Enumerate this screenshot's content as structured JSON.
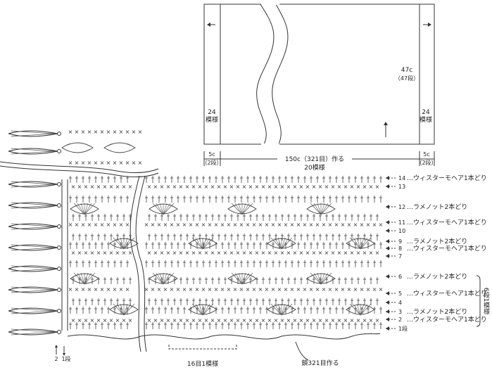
{
  "schematic": {
    "left_width": "5c",
    "left_rows": "（2段）",
    "right_width": "5c",
    "right_rows": "（2段）",
    "center_width": "150c（321目）作る",
    "center_pattern": "20模様",
    "height": "47c",
    "height_rows": "（47段）",
    "left_pattern": "24",
    "left_pattern_unit": "模様",
    "right_pattern": "24",
    "right_pattern_unit": "模様"
  },
  "chart": {
    "rows": [
      {
        "num": "14",
        "label": "ウィスターモヘア1本どり"
      },
      {
        "num": "13",
        "label": ""
      },
      {
        "num": "12",
        "label": "ラメノット2本どり"
      },
      {
        "num": "11",
        "label": "ウィスターモヘア1本どり"
      },
      {
        "num": "10",
        "label": ""
      },
      {
        "num": "9",
        "label": "ラメノット2本どり"
      },
      {
        "num": "8",
        "label": "ウィスターモヘア1本どり"
      },
      {
        "num": "7",
        "label": ""
      },
      {
        "num": "6",
        "label": "ラメノット2本どり"
      },
      {
        "num": "5",
        "label": "ウィスターモヘア1本どり"
      },
      {
        "num": "4",
        "label": ""
      },
      {
        "num": "3",
        "label": "ラメノット2本どり"
      },
      {
        "num": "2",
        "label": "ウィスターモヘア1本どり"
      },
      {
        "num": "1段",
        "label": ""
      }
    ],
    "repeat_label": "6段1模様",
    "bottom_repeat": "16目1模様",
    "chain_start": "鎖321目作る",
    "edge_left": "2",
    "edge_right": "1段"
  }
}
